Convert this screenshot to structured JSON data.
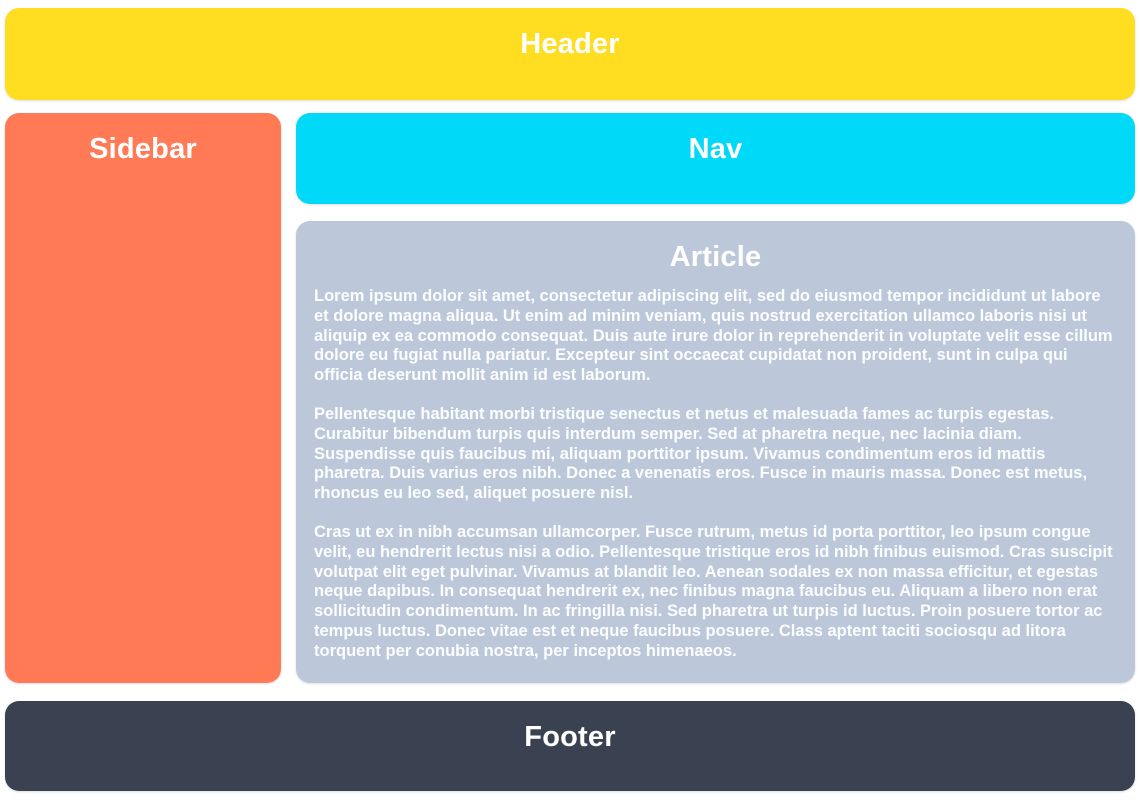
{
  "colors": {
    "page_background": "#ffffff",
    "header": "#ffdd21",
    "sidebar": "#ff7a55",
    "nav": "#00d9f7",
    "article": "#bcc8da",
    "footer": "#3a4150",
    "heading_text": "#ffffff",
    "body_text": "#fcfdfe"
  },
  "header": {
    "title": "Header"
  },
  "sidebar": {
    "title": "Sidebar"
  },
  "nav": {
    "title": "Nav"
  },
  "article": {
    "title": "Article",
    "paragraphs": [
      "Lorem ipsum dolor sit amet, consectetur adipiscing elit, sed do eiusmod tempor incididunt ut labore et dolore magna aliqua. Ut enim ad minim veniam, quis nostrud exercitation ullamco laboris nisi ut aliquip ex ea commodo consequat. Duis aute irure dolor in reprehenderit in voluptate velit esse cillum dolore eu fugiat nulla pariatur. Excepteur sint occaecat cupidatat non proident, sunt in culpa qui officia deserunt mollit anim id est laborum.",
      "Pellentesque habitant morbi tristique senectus et netus et malesuada fames ac turpis egestas. Curabitur bibendum turpis quis interdum semper. Sed at pharetra neque, nec lacinia diam. Suspendisse quis faucibus mi, aliquam porttitor ipsum. Vivamus condimentum eros id mattis pharetra. Duis varius eros nibh. Donec a venenatis eros. Fusce in mauris massa. Donec est metus, rhoncus eu leo sed, aliquet posuere nisl.",
      "Cras ut ex in nibh accumsan ullamcorper. Fusce rutrum, metus id porta porttitor, leo ipsum congue velit, eu hendrerit lectus nisi a odio. Pellentesque tristique eros id nibh finibus euismod. Cras suscipit volutpat elit eget pulvinar. Vivamus at blandit leo. Aenean sodales ex non massa efficitur, et egestas neque dapibus. In consequat hendrerit ex, nec finibus magna faucibus eu. Aliquam a libero non erat sollicitudin condimentum. In ac fringilla nisi. Sed pharetra ut turpis id luctus. Proin posuere tortor ac tempus luctus. Donec vitae est et neque faucibus posuere. Class aptent taciti sociosqu ad litora torquent per conubia nostra, per inceptos himenaeos."
    ]
  },
  "footer": {
    "title": "Footer"
  }
}
